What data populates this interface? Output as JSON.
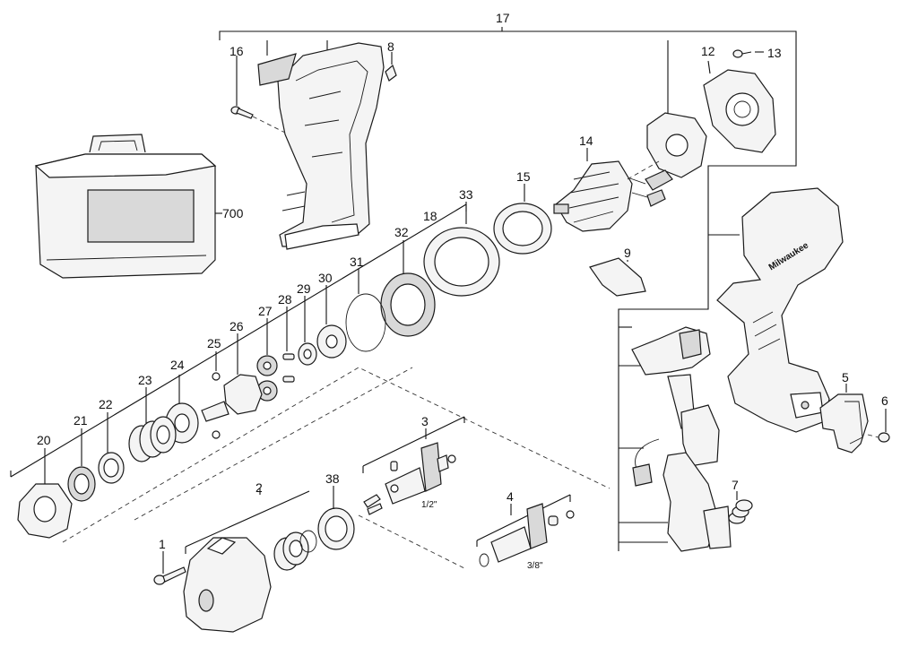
{
  "labels": {
    "p1": "1",
    "p2": "2",
    "p3": "3",
    "p4": "4",
    "p5": "5",
    "p6": "6",
    "p7": "7",
    "p8": "8",
    "p9": "9",
    "p12": "12",
    "p13": "13",
    "p14": "14",
    "p15": "15",
    "p16": "16",
    "p17": "17",
    "p18": "18",
    "p20": "20",
    "p21": "21",
    "p22": "22",
    "p23": "23",
    "p24": "24",
    "p25": "25",
    "p26": "26",
    "p27": "27",
    "p28": "28",
    "p29": "29",
    "p30": "30",
    "p31": "31",
    "p32": "32",
    "p33": "33",
    "p38": "38",
    "p700": "700"
  },
  "size_labels": {
    "half_inch": "1/2\"",
    "three_eighths_inch": "3/8\""
  },
  "colors": {
    "ink": "#111111",
    "part_fill": "#f4f4f4",
    "part_shade": "#d9d9d9",
    "brand_text": "#1a1a1a"
  },
  "brand": "Milwaukee"
}
